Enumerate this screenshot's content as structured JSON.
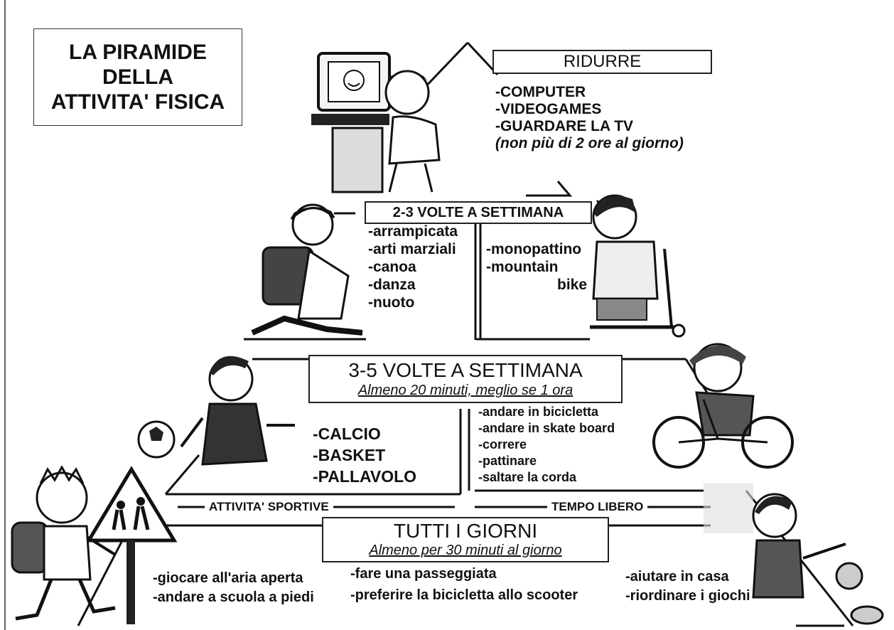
{
  "title": {
    "line1": "LA PIRAMIDE",
    "line2": "DELLA",
    "line3": "ATTIVITA' FISICA"
  },
  "level1": {
    "header": "RIDURRE",
    "items": [
      "-COMPUTER",
      "-VIDEOGAMES",
      "-GUARDARE LA TV"
    ],
    "note": "(non più di 2 ore al giorno)"
  },
  "level2": {
    "header": "2-3 VOLTE A SETTIMANA",
    "left_items": [
      "-arrampicata",
      "-arti marziali",
      "-canoa",
      "-danza",
      "-nuoto"
    ],
    "right_items": [
      "-monopattino",
      "-mountain",
      "bike"
    ]
  },
  "level3": {
    "header": "3-5 VOLTE A SETTIMANA",
    "subheader": "Almeno 20 minuti, meglio se 1 ora",
    "left_items": [
      "-CALCIO",
      "-BASKET",
      "-PALLAVOLO"
    ],
    "right_items": [
      "-andare in bicicletta",
      "-andare in skate board",
      "-correre",
      "-pattinare",
      "-saltare la corda"
    ],
    "left_tag": "ATTIVITA' SPORTIVE",
    "right_tag": "TEMPO LIBERO"
  },
  "level4": {
    "header": "TUTTI I GIORNI",
    "subheader": "Almeno per 30 minuti al giorno",
    "col1": [
      "-giocare all'aria aperta",
      "-andare a scuola a piedi"
    ],
    "col2": [
      "-fare una passeggiata",
      "-preferire la bicicletta allo scooter"
    ],
    "col3": [
      "-aiutare in casa",
      "-riordinare i giochi"
    ]
  }
}
